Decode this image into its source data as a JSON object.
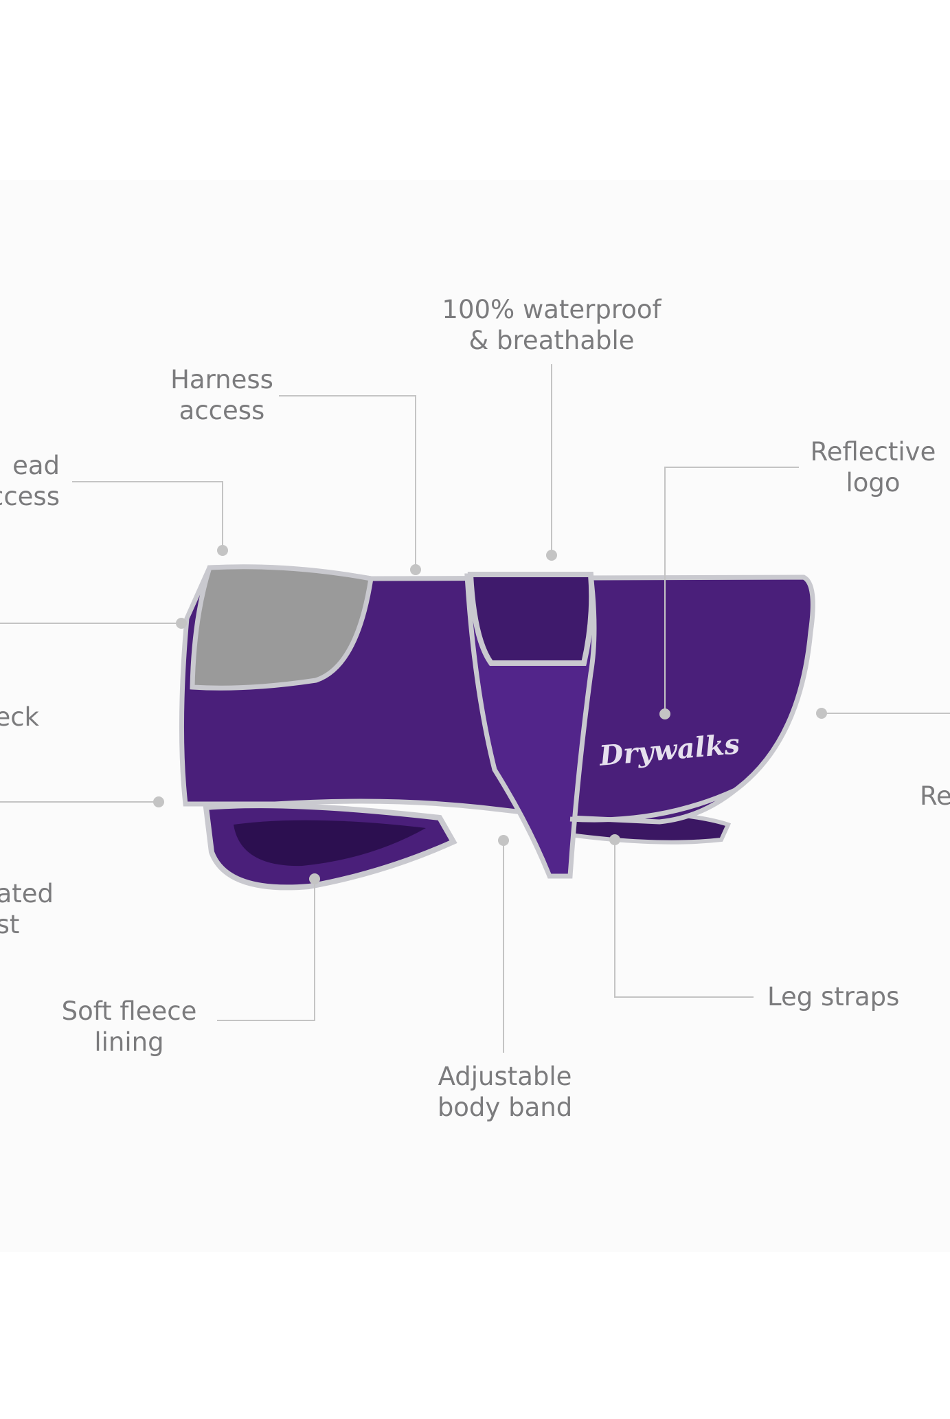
{
  "labels": {
    "waterproof": [
      "100% waterproof",
      "& breathable"
    ],
    "harness": [
      "Harness",
      "access"
    ],
    "lead": [
      "ead",
      "ccess"
    ],
    "neck": [
      "eck"
    ],
    "chest": [
      "ated",
      "st"
    ],
    "fleece": [
      "Soft fleece",
      "lining"
    ],
    "body_band": [
      "Adjustable",
      "body band"
    ],
    "leg_straps": [
      "Leg straps"
    ],
    "reflective_logo": [
      "Reflective",
      "logo"
    ],
    "reflective_edge": [
      "Re"
    ]
  },
  "product": {
    "logo_text": "Drywalks",
    "coat_color": "#4a1f7a",
    "trim_color": "#c9c9cf",
    "fleece_color": "#9a9a9a"
  },
  "colors": {
    "text": "#7b7b7d",
    "leader_line": "#c4c4c4"
  }
}
